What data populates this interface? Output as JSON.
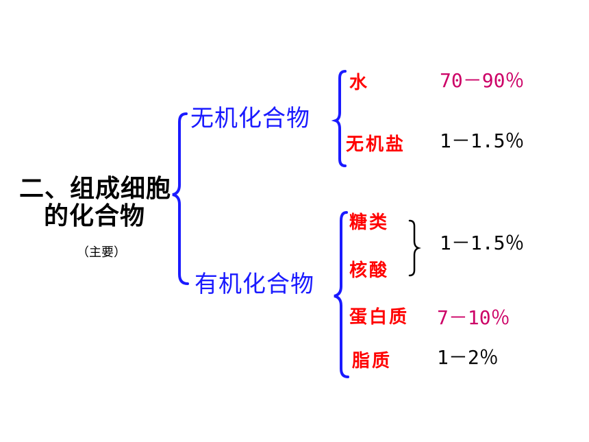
{
  "colors": {
    "title": "#000000",
    "category": "#1a1aff",
    "item": "#ff0000",
    "percent_highlight": "#cc0066",
    "percent_normal": "#000000",
    "brace": "#1a1aff",
    "brace_small": "#000000"
  },
  "root": {
    "title_line1": "二、组成细胞",
    "title_line2": "的化合物",
    "note": "（主要）"
  },
  "inorganic": {
    "label": "无机化合物",
    "items": [
      {
        "name": "水",
        "percent": "70－90％"
      },
      {
        "name": "无机盐",
        "percent": "1－1.5％"
      }
    ]
  },
  "organic": {
    "label": "有机化合物",
    "items": [
      {
        "name": "糖类"
      },
      {
        "name": "核酸"
      },
      {
        "name": "蛋白质",
        "percent": "7－10％"
      },
      {
        "name": "脂质",
        "percent": "1－2％"
      }
    ],
    "group_percent": "1－1.5％"
  }
}
